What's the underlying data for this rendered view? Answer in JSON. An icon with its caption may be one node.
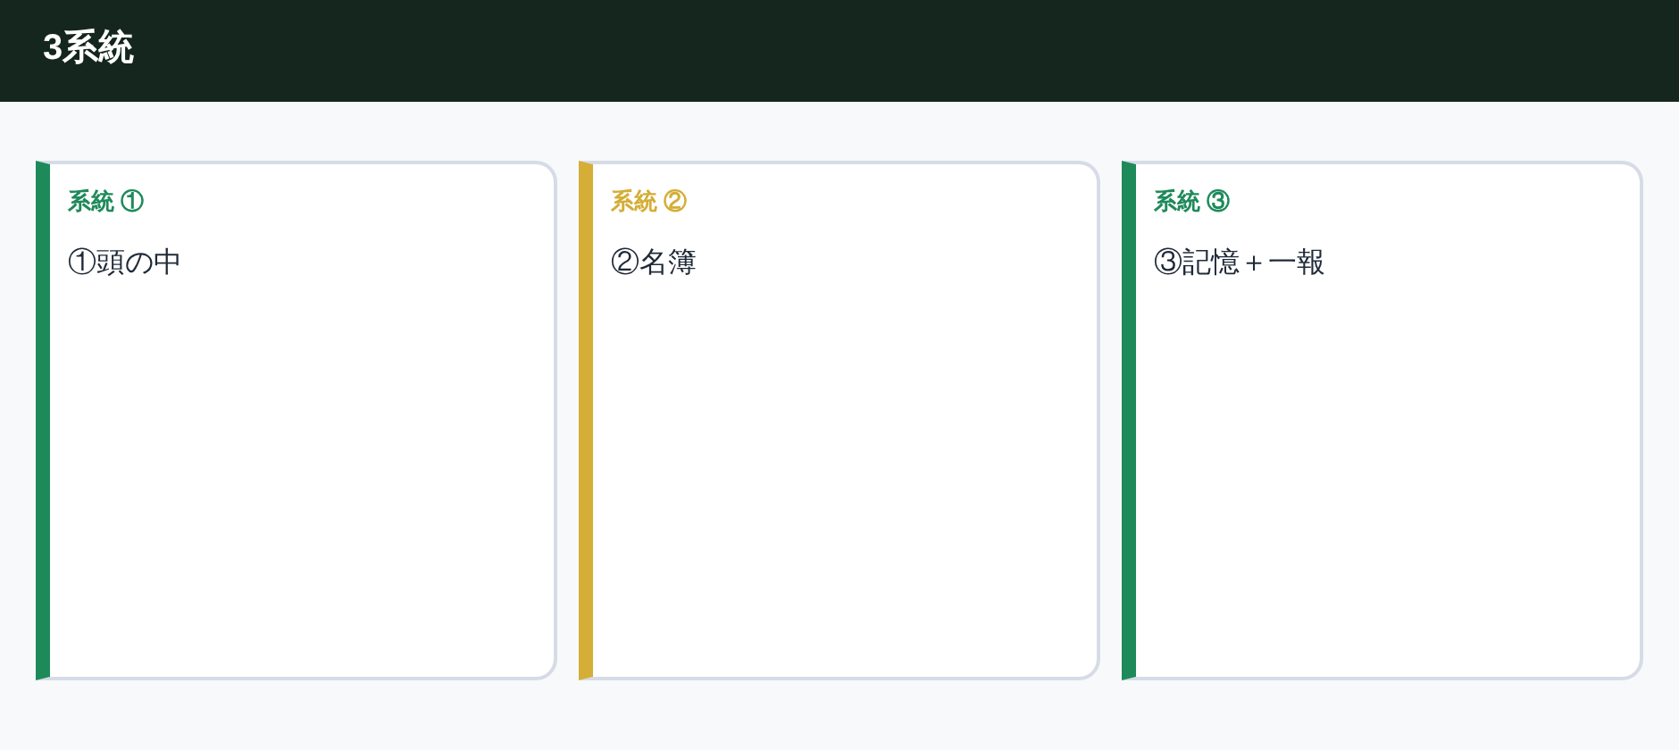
{
  "diagram": {
    "title": "3系統",
    "nodes": [
      {
        "text": [
          "系統 ①",
          "①頭の中"
        ]
      },
      {
        "text": [
          "系統 ②",
          "②名簿"
        ]
      },
      {
        "text": [
          "系統 ③",
          "③記憶＋一報"
        ]
      }
    ]
  }
}
